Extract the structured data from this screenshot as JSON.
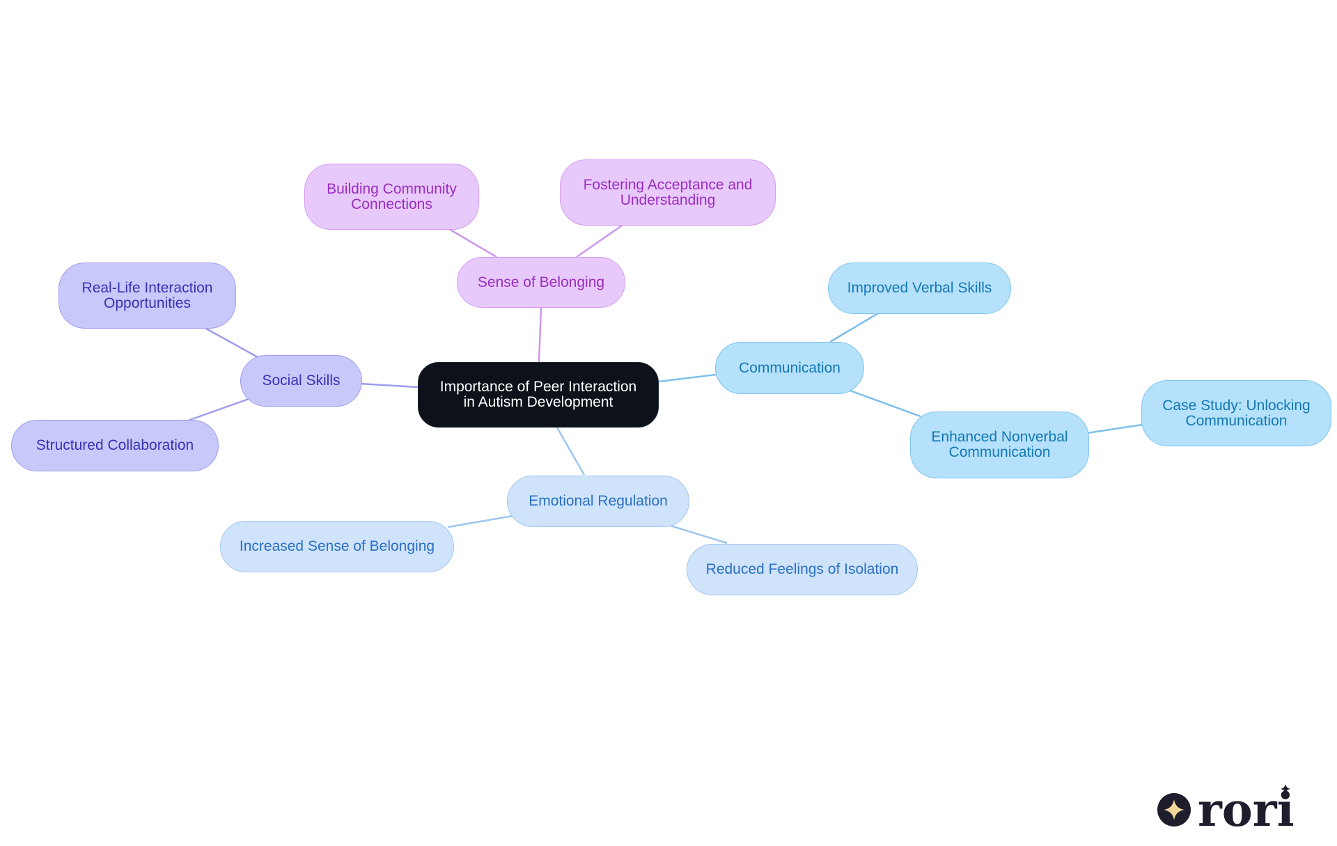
{
  "diagram": {
    "type": "mind-map",
    "root": {
      "id": "root",
      "label": "Importance of Peer Interaction\nin Autism Development"
    },
    "branches": [
      {
        "id": "belonging",
        "label": "Sense of Belonging",
        "color_group": "purple",
        "children": [
          {
            "id": "community",
            "label": "Building Community\nConnections"
          },
          {
            "id": "acceptance",
            "label": "Fostering Acceptance and\nUnderstanding"
          }
        ]
      },
      {
        "id": "social",
        "label": "Social Skills",
        "color_group": "indigo",
        "children": [
          {
            "id": "reallife",
            "label": "Real-Life Interaction\nOpportunities"
          },
          {
            "id": "structured",
            "label": "Structured Collaboration"
          }
        ]
      },
      {
        "id": "communication",
        "label": "Communication",
        "color_group": "sky",
        "children": [
          {
            "id": "verbal",
            "label": "Improved Verbal Skills"
          },
          {
            "id": "nonverbal",
            "label": "Enhanced Nonverbal\nCommunication",
            "children": [
              {
                "id": "casestudy",
                "label": "Case Study: Unlocking\nCommunication"
              }
            ]
          }
        ]
      },
      {
        "id": "emotional",
        "label": "Emotional Regulation",
        "color_group": "pale",
        "children": [
          {
            "id": "increased",
            "label": "Increased Sense of Belonging"
          },
          {
            "id": "isolation",
            "label": "Reduced Feelings of Isolation"
          }
        ]
      }
    ]
  },
  "colors": {
    "root_fill": "#0c111a",
    "purple_edge": "#cc98ee",
    "indigo_edge": "#9d9cee",
    "sky_edge": "#7cc0ea",
    "pale_edge": "#9cc6ee"
  },
  "logo": {
    "text": "rori",
    "icon": "sparkle-icon"
  }
}
